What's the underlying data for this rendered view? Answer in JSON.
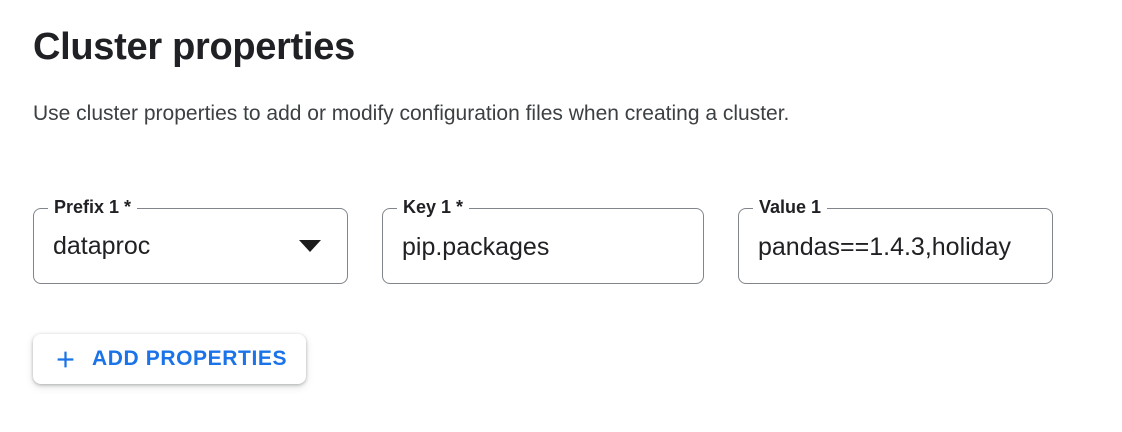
{
  "header": {
    "title": "Cluster properties",
    "description": "Use cluster properties to add or modify configuration files when creating a cluster."
  },
  "property_row": {
    "prefix": {
      "label": "Prefix 1 *",
      "value": "dataproc",
      "icon": "caret-down-icon",
      "required": true
    },
    "key": {
      "label": "Key 1 *",
      "value": "pip.packages",
      "required": true
    },
    "value": {
      "label": "Value 1",
      "value": "pandas==1.4.3,holiday",
      "required": false
    }
  },
  "actions": {
    "add_properties_label": "ADD PROPERTIES",
    "add_icon": "plus-icon"
  },
  "colors": {
    "accent_blue": "#1a73e8",
    "text_primary": "#202124",
    "text_secondary": "#3c4043",
    "field_border_gray": "#80868b",
    "background": "#ffffff"
  }
}
